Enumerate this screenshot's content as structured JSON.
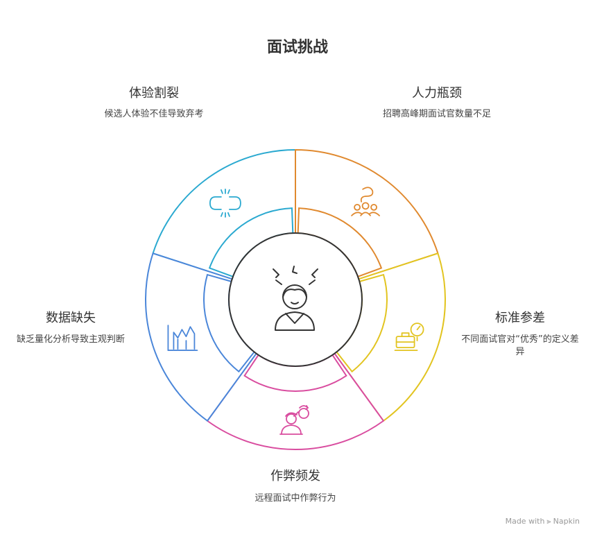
{
  "title": "面试挑战",
  "categories": [
    {
      "title": "体验割裂",
      "desc": "候选人体验不佳导致弃考",
      "color": "#2aa9d0",
      "icon": "broken-link-icon"
    },
    {
      "title": "人力瓶颈",
      "desc": "招聘高峰期面试官数量不足",
      "color": "#e0892e",
      "icon": "people-group-icon"
    },
    {
      "title": "标准参差",
      "desc": "不同面试官对“优秀”的定义差异",
      "color": "#e2c420",
      "icon": "briefcase-gauge-icon"
    },
    {
      "title": "作弊频发",
      "desc": "远程面试中作弊行为",
      "color": "#d94c9f",
      "icon": "person-cheating-icon"
    },
    {
      "title": "数据缺失",
      "desc": "缺乏量化分析导致主观判断",
      "color": "#4a86d9",
      "icon": "broken-chart-icon"
    }
  ],
  "center": {
    "icon": "stressed-person-icon",
    "stroke": "#333333"
  },
  "credit": {
    "prefix": "Made with",
    "brand": "Napkin"
  }
}
